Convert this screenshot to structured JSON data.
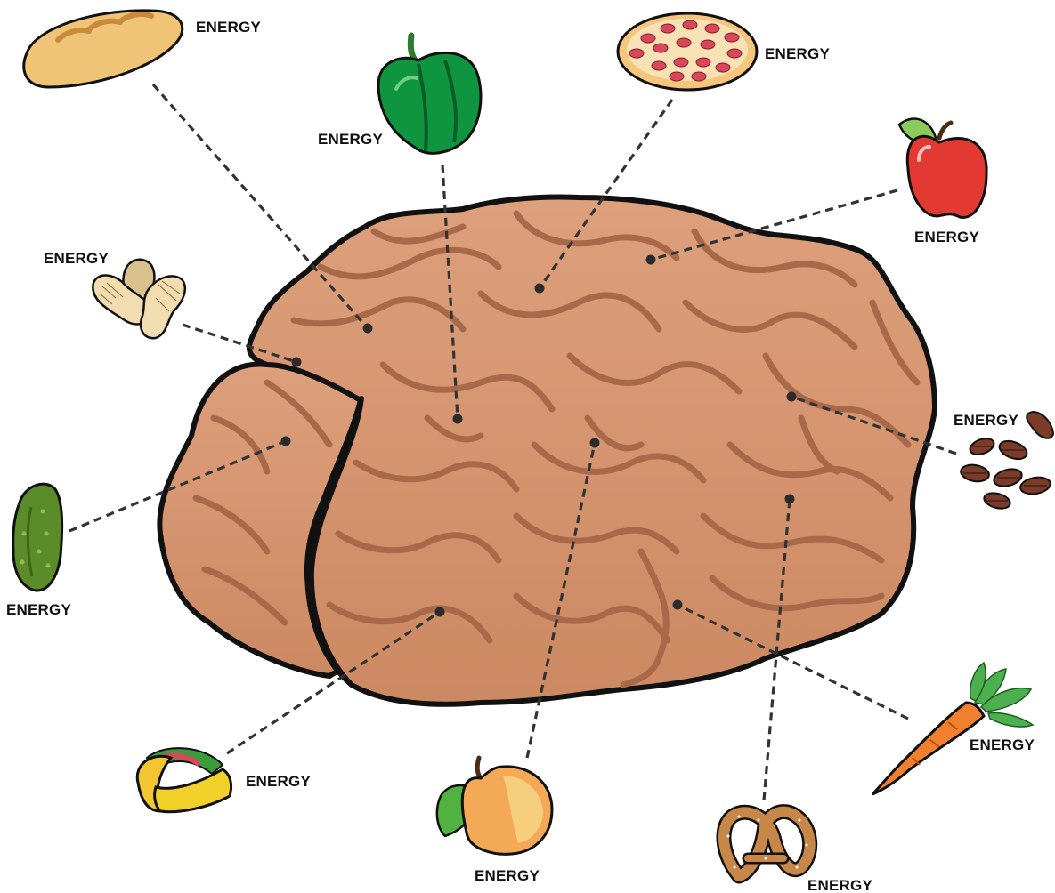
{
  "labels": {
    "bread": "ENERGY",
    "pepper": "ENERGY",
    "pizza": "ENERGY",
    "apple": "ENERGY",
    "peanuts": "ENERGY",
    "pecans": "ENERGY",
    "pickle": "ENERGY",
    "taco": "ENERGY",
    "peach": "ENERGY",
    "pretzel": "ENERGY",
    "carrot": "ENERGY"
  },
  "colors": {
    "brain_fill": "#D9946C",
    "brain_fold": "#A8694A",
    "outline": "#111111",
    "connector": "#333333"
  }
}
